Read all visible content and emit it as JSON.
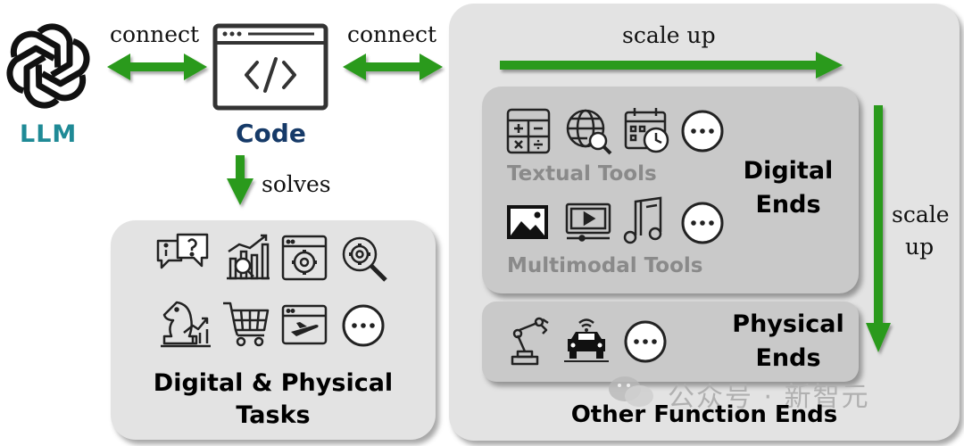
{
  "labels": {
    "llm": "LLM",
    "code": "Code",
    "connect_left": "connect",
    "connect_right": "connect",
    "solves": "solves",
    "scale_up_horizontal": "scale up",
    "scale_up_vertical_1": "scale",
    "scale_up_vertical_2": "up",
    "tasks_line1": "Digital & Physical",
    "tasks_line2": "Tasks",
    "textual_tools": "Textual Tools",
    "multimodal_tools": "Multimodal Tools",
    "digital_ends_1": "Digital",
    "digital_ends_2": "Ends",
    "physical_ends_1": "Physical",
    "physical_ends_2": "Ends",
    "other_function_ends": "Other Function Ends",
    "watermark": "公众号 · 新智元"
  },
  "colors": {
    "arrow_green": "#2a9a1a",
    "llm_teal": "#1f8a96",
    "code_navy": "#163a68",
    "tool_text_gray": "#8a8a8a"
  },
  "icons": {
    "tasks": [
      "question-chat-icon",
      "chart-analysis-icon",
      "web-settings-icon",
      "gear-search-icon",
      "chess-strategy-icon",
      "shopping-cart-icon",
      "flight-ticket-icon",
      "more-icon"
    ],
    "textual_tools": [
      "calculator-icon",
      "globe-search-icon",
      "calendar-clock-icon",
      "more-icon"
    ],
    "multimodal_tools": [
      "image-icon",
      "video-player-icon",
      "music-note-icon",
      "more-icon"
    ],
    "physical": [
      "robot-arm-icon",
      "autonomous-car-icon",
      "more-icon"
    ]
  }
}
